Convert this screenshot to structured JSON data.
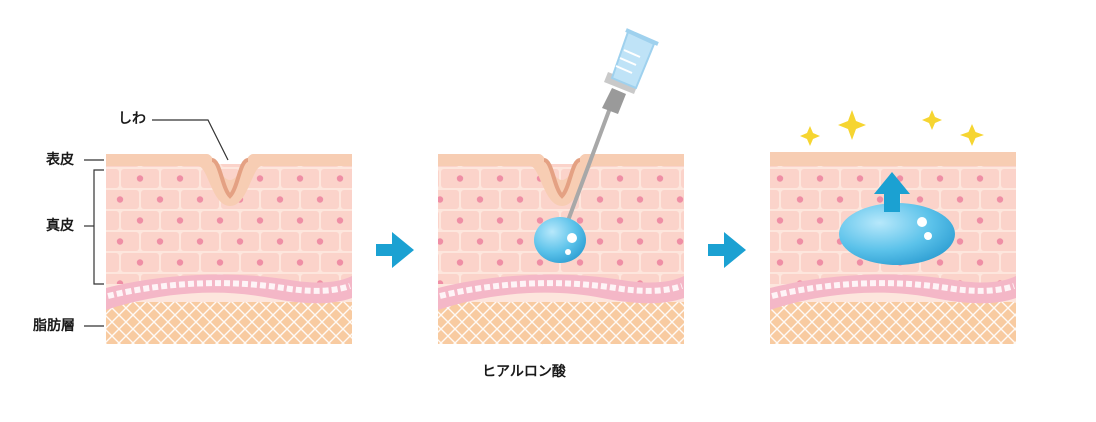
{
  "labels": {
    "wrinkle": "しわ",
    "epidermis": "表皮",
    "dermis": "真皮",
    "fat_layer": "脂肪層",
    "hyaluronic_acid": "ヒアルロン酸"
  },
  "colors": {
    "epidermis": "#f7cdb3",
    "dermis": "#fde6dd",
    "dermis_cell": "#fbd3ca",
    "cell_nucleus": "#ef8ea5",
    "membrane": "#f4b7c7",
    "fat": "#f8cba1",
    "fat_mesh": "#ffffff",
    "arrow": "#1ba1d2",
    "hyaluronic_acid": "#5bc2ea",
    "sparkle": "#f6d531",
    "syringe_needle": "#a8a8a8",
    "syringe_barrel": "#bfe3f7"
  }
}
